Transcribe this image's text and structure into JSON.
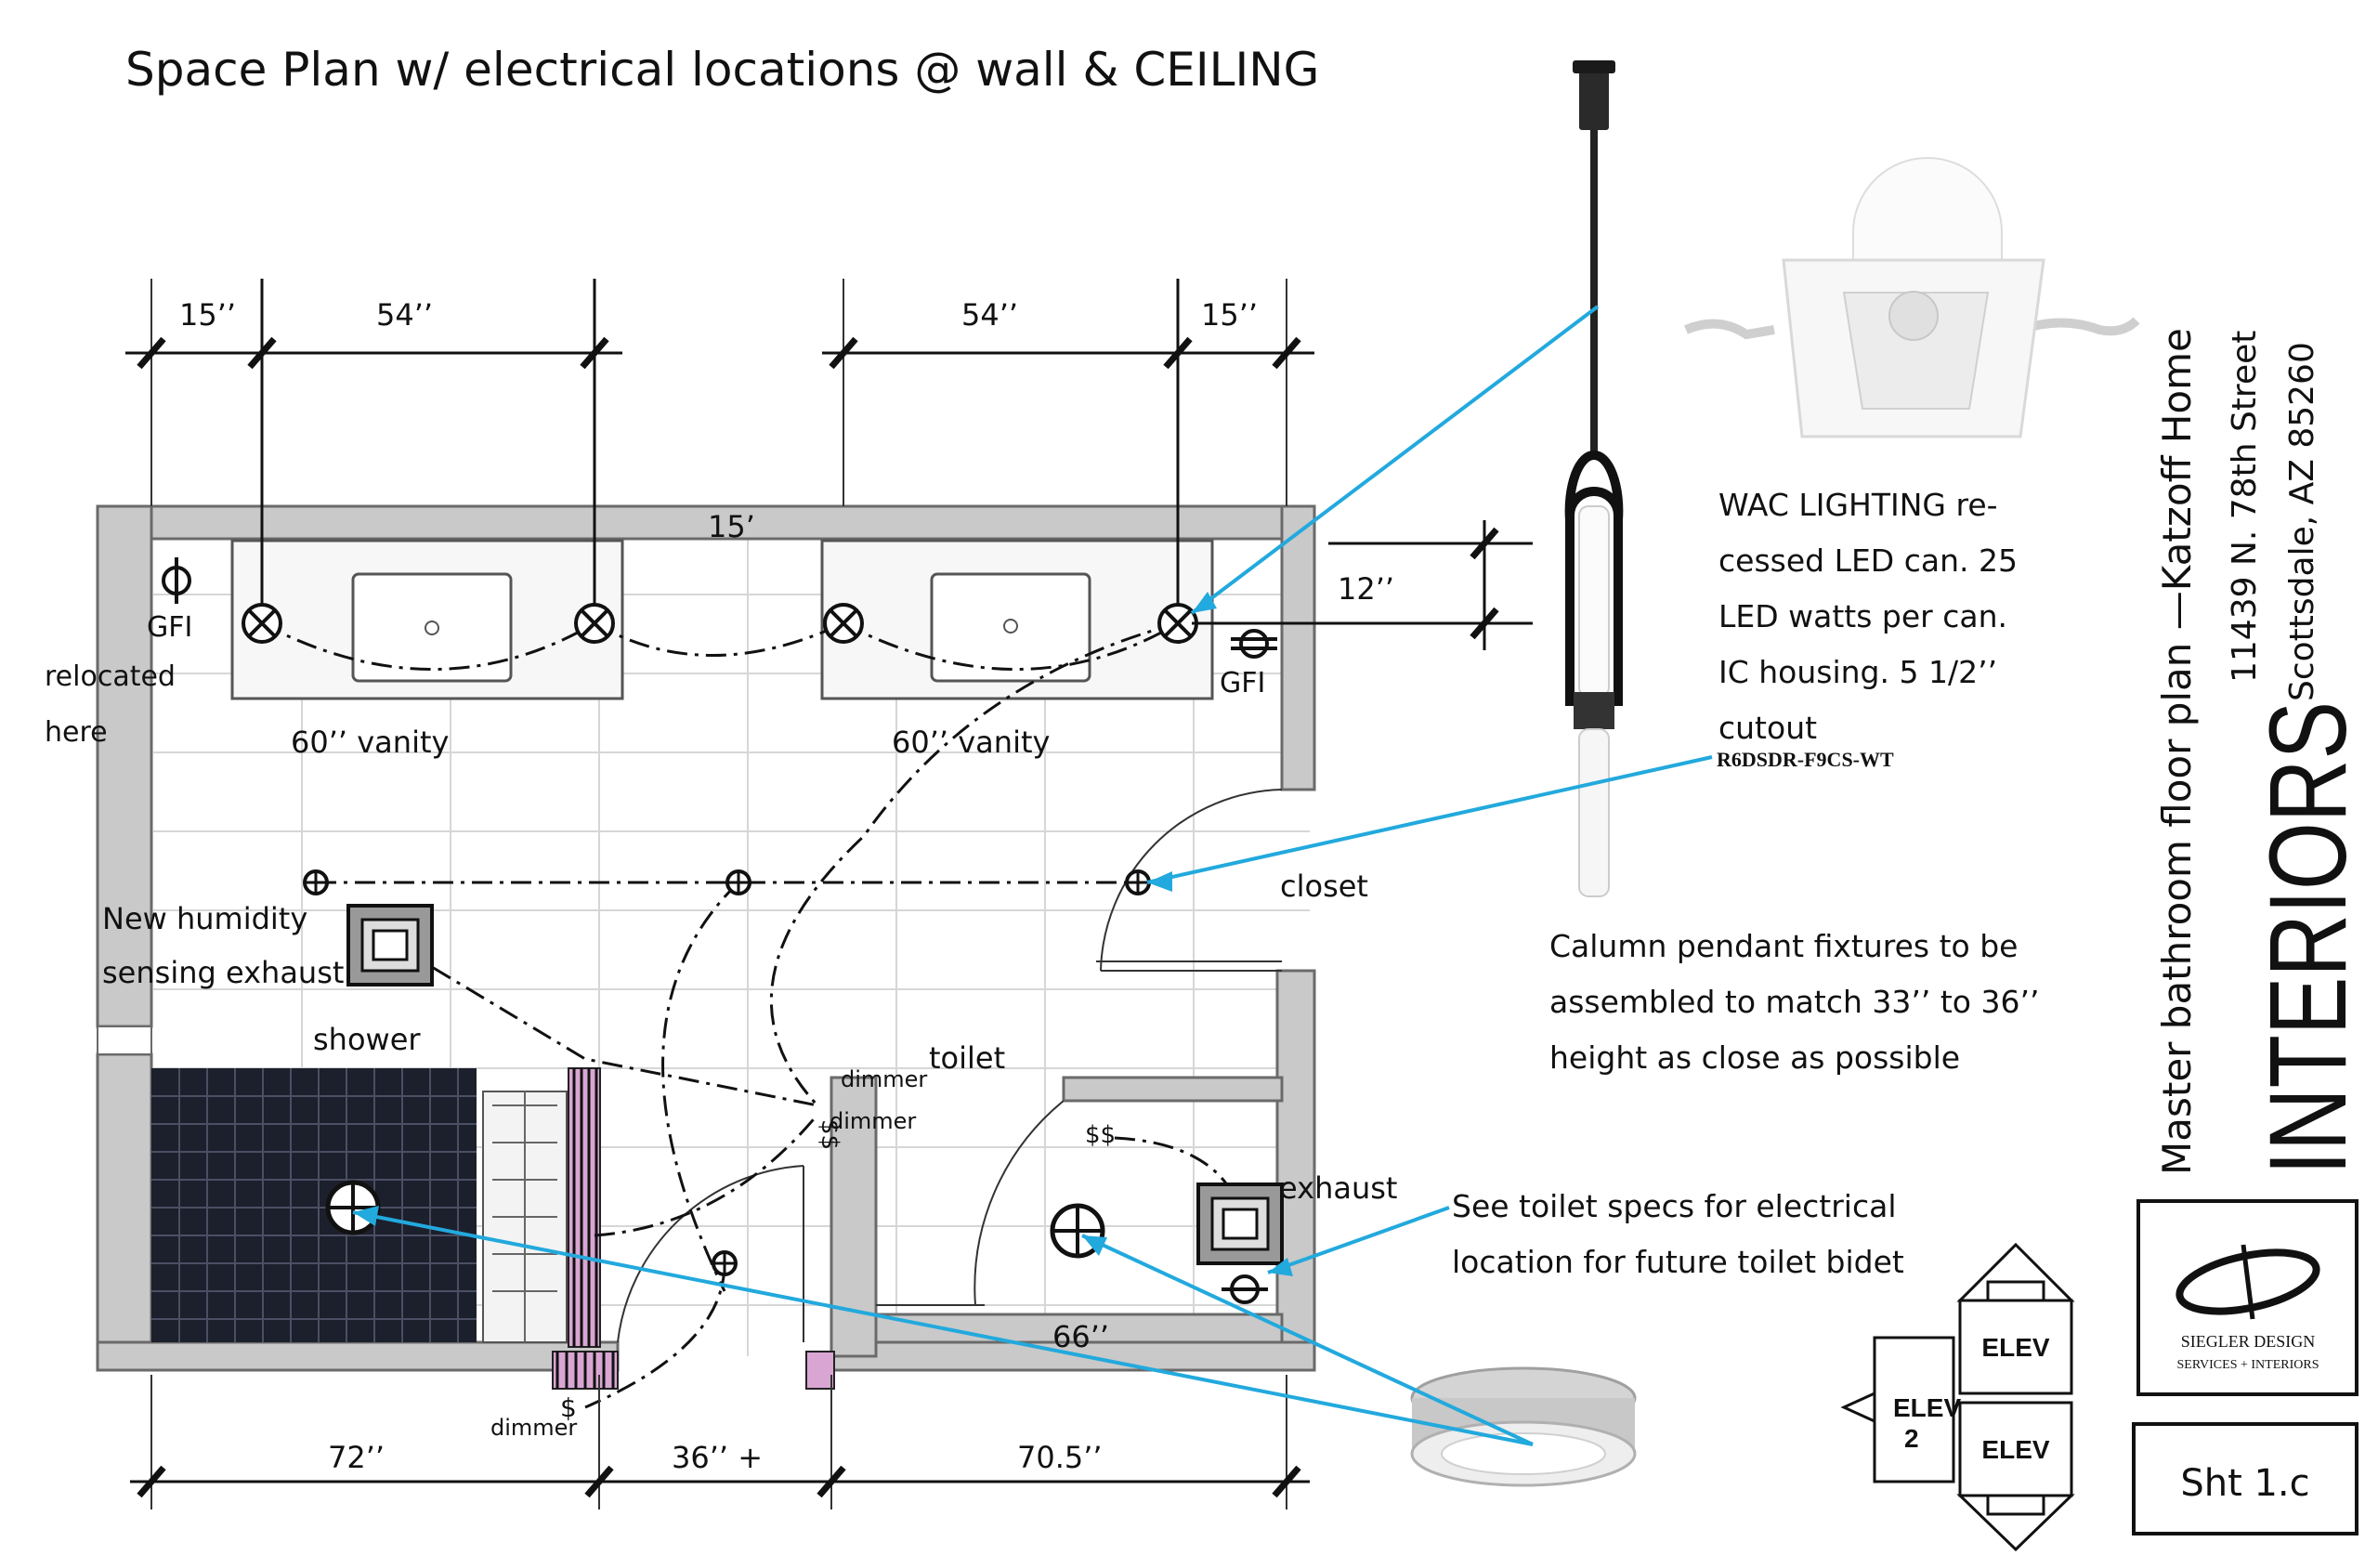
{
  "title": "Space Plan w/ electrical locations @ wall & CEILING",
  "dims": {
    "top_left_15": "15’’",
    "top_left_54": "54’’",
    "top_right_54": "54’’",
    "top_right_15": "15’’",
    "room_width": "15’",
    "right_12": "12’’",
    "bottom_72": "72’’",
    "bottom_36": "36’’ +",
    "bottom_70_5": "70.5’’",
    "toilet_66": "66’’"
  },
  "labels": {
    "gfi_left": "GFI",
    "gfi_right": "GFI",
    "relocated_line1": "relocated",
    "relocated_line2": "here",
    "vanity_left": "60’’ vanity",
    "vanity_right": "60’’ vanity",
    "closet": "closet",
    "humidity_line1": "New humidity",
    "humidity_line2": "sensing exhaust",
    "shower": "shower",
    "toilet": "toilet",
    "dimmer_1": "dimmer",
    "dimmer_2": "dimmer",
    "dimmer_3": "dimmer",
    "switch_ss_1": "$$",
    "switch_ss_2": "$$",
    "switch_s": "$",
    "exhaust": "exhaust"
  },
  "notes": {
    "wac_line1": "WAC LIGHTING re-",
    "wac_line2": "cessed LED can. 25",
    "wac_line3": "LED watts per can.",
    "wac_line4": "IC housing. 5 1/2’’",
    "wac_line5": "cutout",
    "model": "R6DSDR-F9CS-WT",
    "pendant_line1": "Calumn pendant fixtures to be",
    "pendant_line2": "assembled to match 33’’ to 36’’",
    "pendant_line3": "height as close as possible",
    "toilet_line1": "See toilet specs for electrical",
    "toilet_line2": "location for future toilet bidet"
  },
  "titleblock": {
    "plan_title": "Master bathroom floor plan —Katzoff Home",
    "address_line1": "11439 N. 78th Street",
    "address_line2": "Scottsdale, AZ  85260",
    "brand": "INTERIORS",
    "logo_line1": "SIEGLER DESIGN",
    "logo_line2": "SERVICES + INTERIORS",
    "sheet": "Sht 1.c",
    "elev_top": "ELEV",
    "elev_bottom": "ELEV",
    "elev_left": "ELEV",
    "elev_left_num": "2"
  },
  "colors": {
    "leader": "#22a9dd",
    "wall": "#c9c9c9",
    "shower_tile": "#1c1f2c",
    "bench_accent": "#d9a6d3"
  }
}
